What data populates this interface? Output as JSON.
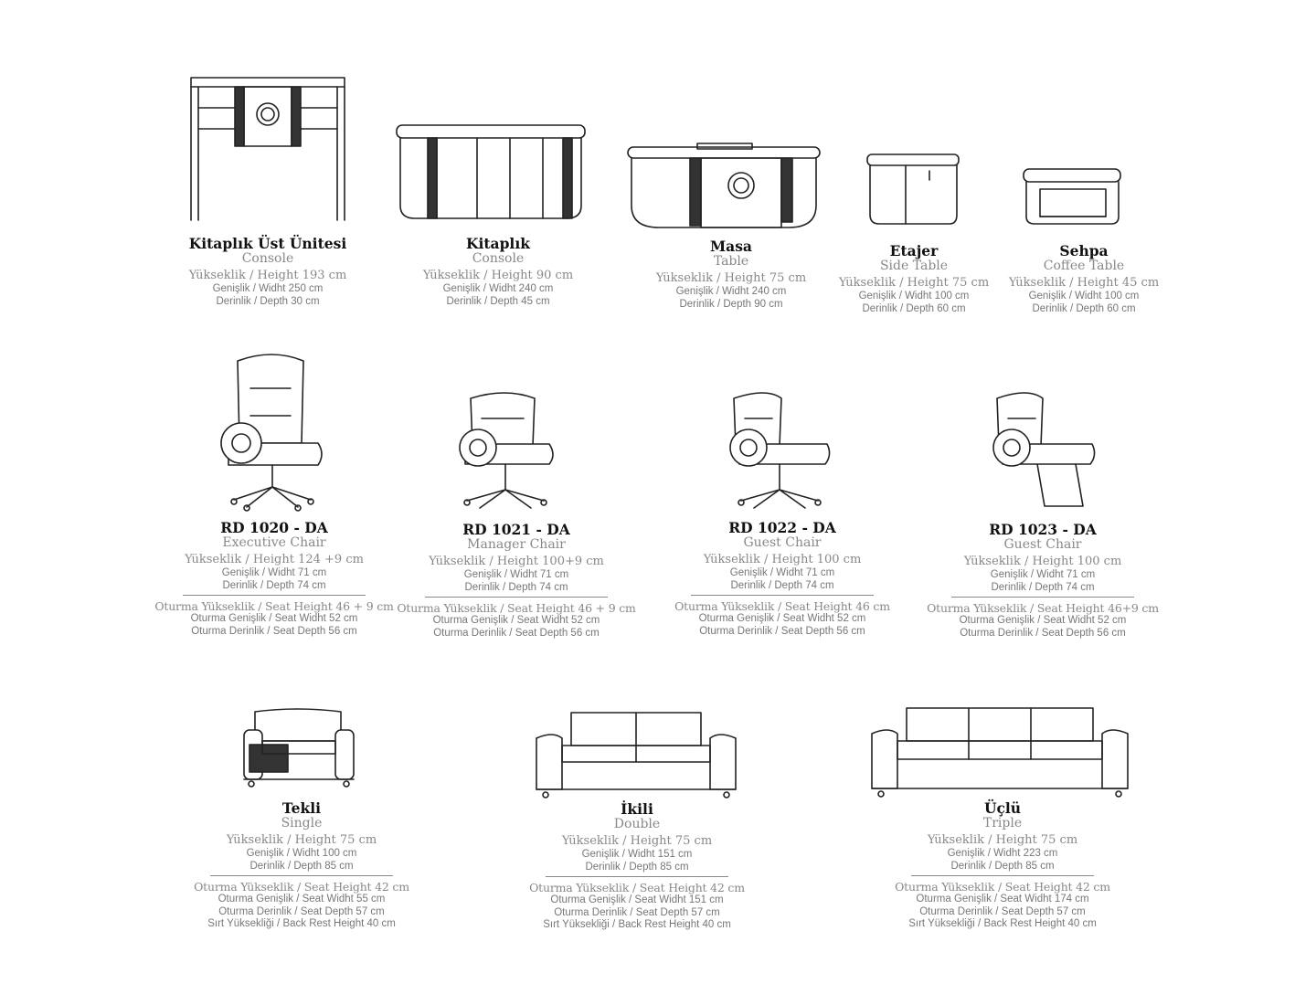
{
  "items": [
    {
      "id": "kitaplik-ust-unitesi",
      "title": "Kitaplık Üst Ünitesi",
      "subtitle": "Console",
      "height": "Yükseklik / Height 193 cm",
      "width": "Genişlik / Widht 250 cm",
      "depth": "Derinlik / Depth 30 cm",
      "seat": []
    },
    {
      "id": "kitaplik",
      "title": "Kitaplık",
      "subtitle": "Console",
      "height": "Yükseklik / Height 90 cm",
      "width": "Genişlik / Widht 240 cm",
      "depth": "Derinlik / Depth 45 cm",
      "seat": []
    },
    {
      "id": "masa",
      "title": "Masa",
      "subtitle": "Table",
      "height": "Yükseklik / Height 75 cm",
      "width": "Genişlik / Widht 240 cm",
      "depth": "Derinlik / Depth 90 cm",
      "seat": []
    },
    {
      "id": "etajer",
      "title": "Etajer",
      "subtitle": "Side Table",
      "height": "Yükseklik / Height 75 cm",
      "width": "Genişlik / Widht 100 cm",
      "depth": "Derinlik / Depth 60 cm",
      "seat": []
    },
    {
      "id": "sehpa",
      "title": "Sehpa",
      "subtitle": "Coffee Table",
      "height": "Yükseklik / Height 45 cm",
      "width": "Genişlik / Widht 100 cm",
      "depth": "Derinlik / Depth 60 cm",
      "seat": []
    },
    {
      "id": "rd-1020-da",
      "title": "RD 1020 - DA",
      "subtitle": "Executive Chair",
      "height": "Yükseklik / Height 124 +9 cm",
      "width": "Genişlik / Widht 71 cm",
      "depth": "Derinlik / Depth 74 cm",
      "seat": [
        "Oturma Yükseklik / Seat Height 46 + 9 cm",
        "Oturma Genişlik / Seat Widht 52 cm",
        "Oturma Derinlik / Seat Depth 56 cm"
      ]
    },
    {
      "id": "rd-1021-da",
      "title": "RD 1021 - DA",
      "subtitle": "Manager Chair",
      "height": "Yükseklik / Height 100+9 cm",
      "width": "Genişlik / Widht 71 cm",
      "depth": "Derinlik / Depth 74 cm",
      "seat": [
        "Oturma Yükseklik / Seat Height 46 + 9 cm",
        "Oturma Genişlik / Seat Widht 52 cm",
        "Oturma Derinlik / Seat Depth 56 cm"
      ]
    },
    {
      "id": "rd-1022-da",
      "title": "RD 1022 - DA",
      "subtitle": "Guest Chair",
      "height": "Yükseklik / Height 100 cm",
      "width": "Genişlik / Widht 71 cm",
      "depth": "Derinlik / Depth 74 cm",
      "seat": [
        "Oturma Yükseklik / Seat Height 46 cm",
        "Oturma Genişlik / Seat Widht 52 cm",
        "Oturma Derinlik / Seat Depth 56 cm"
      ]
    },
    {
      "id": "rd-1023-da",
      "title": "RD 1023 - DA",
      "subtitle": "Guest Chair",
      "height": "Yükseklik / Height 100 cm",
      "width": "Genişlik / Widht 71 cm",
      "depth": "Derinlik / Depth 74 cm",
      "seat": [
        "Oturma Yükseklik / Seat Height 46+9 cm",
        "Oturma Genişlik / Seat Widht 52 cm",
        "Oturma Derinlik / Seat Depth 56 cm"
      ]
    },
    {
      "id": "tekli",
      "title": "Tekli",
      "subtitle": "Single",
      "height": "Yükseklik / Height 75 cm",
      "width": "Genişlik / Widht 100 cm",
      "depth": "Derinlik / Depth 85 cm",
      "seat": [
        "Oturma Yükseklik / Seat Height 42 cm",
        "Oturma Genişlik / Seat Widht 55 cm",
        "Oturma Derinlik / Seat Depth 57 cm",
        "Sırt Yüksekliği / Back Rest Height 40 cm"
      ]
    },
    {
      "id": "ikili",
      "title": "İkili",
      "subtitle": "Double",
      "height": "Yükseklik / Height 75 cm",
      "width": "Genişlik / Widht 151 cm",
      "depth": "Derinlik / Depth 85 cm",
      "seat": [
        "Oturma Yükseklik / Seat Height 42 cm",
        "Oturma Genişlik / Seat Widht 151 cm",
        "Oturma Derinlik / Seat Depth 57 cm",
        "Sırt Yüksekliği / Back Rest Height 40 cm"
      ]
    },
    {
      "id": "uclu",
      "title": "Üçlü",
      "subtitle": "Triple",
      "height": "Yükseklik / Height 75 cm",
      "width": "Genişlik / Widht 223 cm",
      "depth": "Derinlik / Depth 85 cm",
      "seat": [
        "Oturma Yükseklik / Seat Height 42 cm",
        "Oturma Genişlik / Seat Widht 174 cm",
        "Oturma Derinlik / Seat Depth 57 cm",
        "Sırt Yüksekliği / Back Rest Height 40 cm"
      ]
    }
  ]
}
